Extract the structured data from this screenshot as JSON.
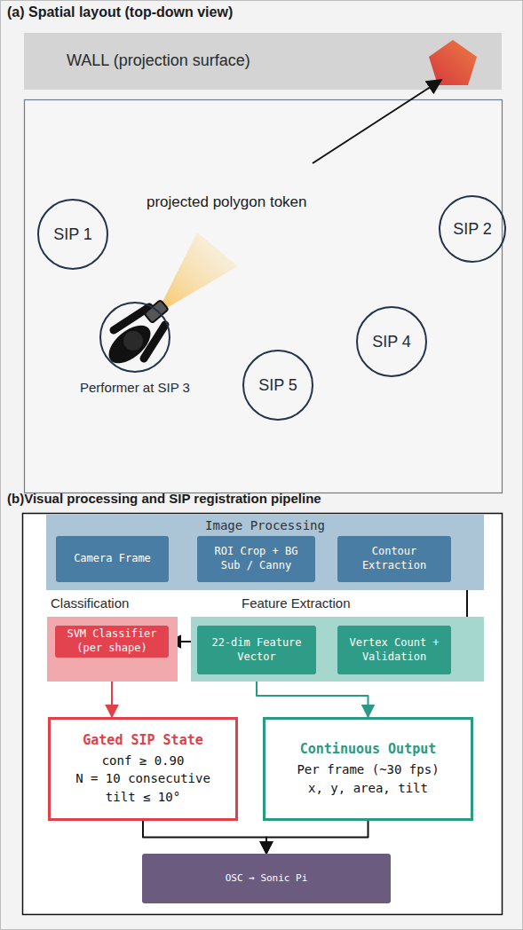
{
  "diagram": {
    "nodes": [
      {
        "text": [
          "WALL (projection surface)"
        ]
      },
      {
        "text": [
          "SIP 1"
        ]
      },
      {
        "text": [
          "SIP 2"
        ]
      },
      {
        "text": [
          "Performer at SIP 3"
        ]
      },
      {
        "text": [
          "SIP 4"
        ]
      },
      {
        "text": [
          "SIP 5"
        ]
      },
      {
        "text": [
          "Image Processing"
        ]
      },
      {
        "text": [
          "Camera Frame"
        ],
        "in": 6
      },
      {
        "text": [
          "ROI Crop + BG Sub / Canny"
        ],
        "in": 6
      },
      {
        "text": [
          "Contour Extraction"
        ],
        "in": 6
      },
      {
        "text": [
          "Classification"
        ]
      },
      {
        "text": [
          "SVM Classifier (per shape)"
        ],
        "in": 10
      },
      {
        "text": [
          "Feature Extraction"
        ]
      },
      {
        "text": [
          "Vertex Count + Validation"
        ],
        "in": 12
      },
      {
        "text": [
          "22-dim Feature Vector"
        ],
        "in": 12
      },
      {
        "text": [
          "Gated SIP State",
          "conf ≥ 0.90",
          "N = 10 consecutive",
          "tilt ≤ 10°"
        ]
      },
      {
        "text": [
          "Continuous Output",
          "Per frame (~30 fps)",
          "x, y, area, tilt"
        ]
      },
      {
        "text": [
          "OSC → Sonic Pi"
        ]
      }
    ],
    "edges": [
      {
        "from": 7,
        "to": 8,
        "arrow": "to"
      },
      {
        "from": 8,
        "to": 9,
        "arrow": "to"
      },
      {
        "from": 9,
        "to": 13,
        "arrow": "to"
      },
      {
        "from": 13,
        "to": 14,
        "arrow": "to"
      },
      {
        "from": 14,
        "to": 11,
        "arrow": "to"
      },
      {
        "from": 11,
        "to": 15,
        "arrow": "to"
      },
      {
        "from": 14,
        "to": 16,
        "arrow": "to"
      },
      {
        "from": 15,
        "to": 17,
        "arrow": "to"
      },
      {
        "from": 16,
        "to": 17,
        "arrow": "to"
      }
    ],
    "labels": [
      "(a) Spatial layout (top-down view)",
      "projected polygon token",
      "(b)Visual processing and SIP registration pipeline"
    ]
  }
}
